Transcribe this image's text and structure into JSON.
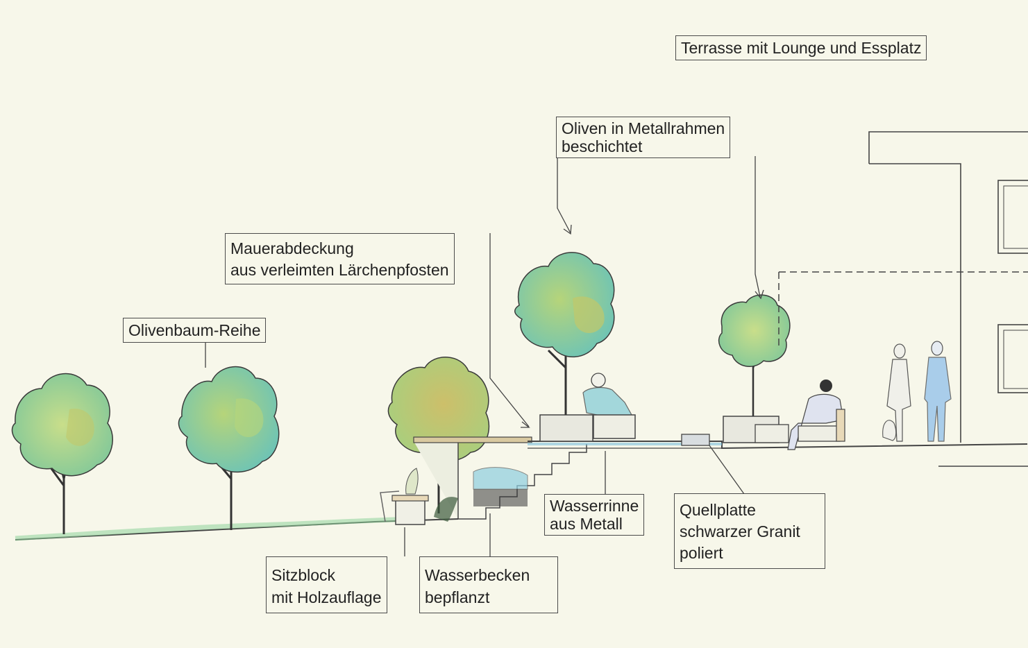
{
  "labels": {
    "terrasse": "Terrasse mit Lounge und Essplatz",
    "oliven_metall": [
      "Oliven in Metallrahmen",
      "beschichtet"
    ],
    "mauerabdeckung": [
      "Mauerabdeckung",
      "aus verleimten Lärchenpfosten"
    ],
    "olivenbaum_reihe": "Olivenbaum-Reihe",
    "wasserrinne": [
      "Wasserrinne",
      "aus Metall"
    ],
    "quellplatte": [
      "Quellplatte",
      "schwarzer Granit",
      "poliert"
    ],
    "sitzblock": [
      "Sitzblock",
      "mit Holzauflage"
    ],
    "wasserbecken": [
      "Wasserbecken",
      "bepflanzt"
    ]
  },
  "colors": {
    "paper": "#f7f7ea",
    "line": "#4a4a4a",
    "foliage_green": "#9fcf7f",
    "foliage_teal": "#8fd0c0",
    "foliage_olive": "#c2c86a",
    "water": "#7ec3e0",
    "grass": "#8fd49a"
  }
}
